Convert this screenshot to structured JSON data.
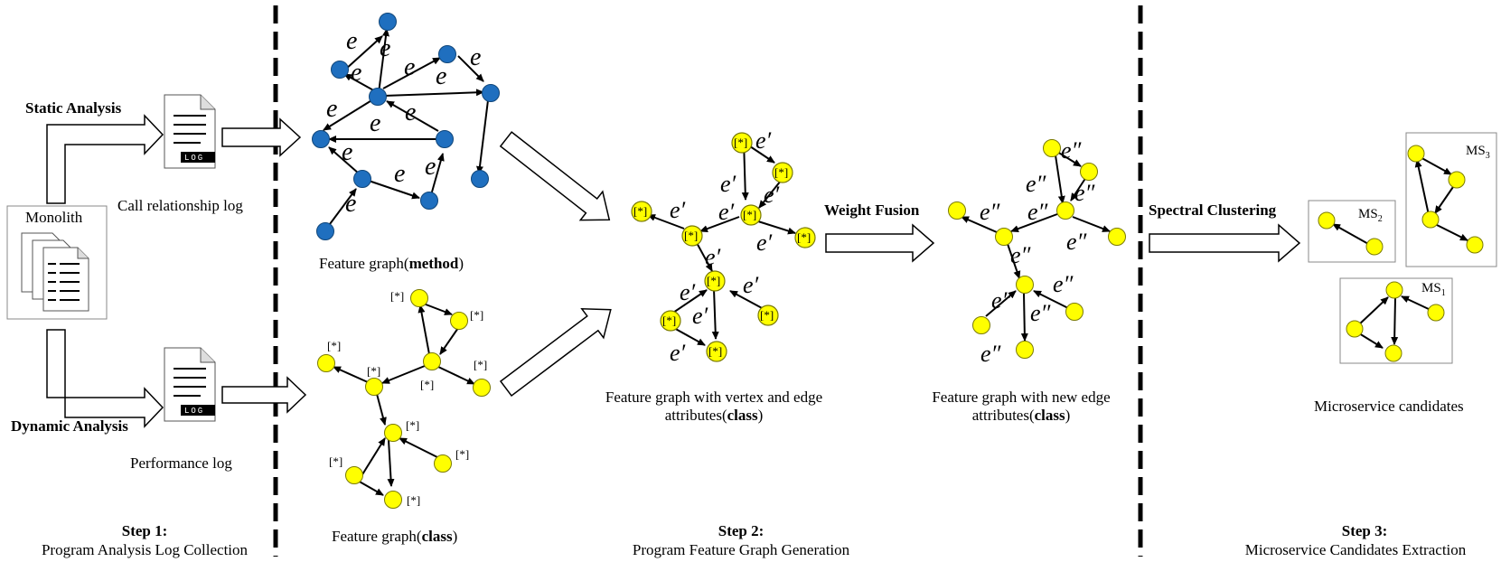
{
  "stage1": {
    "monolith": "Monolith",
    "static_analysis": "Static Analysis",
    "dynamic_analysis": "Dynamic Analysis",
    "call_log": "Call relationship log",
    "perf_log": "Performance log",
    "log_badge": "LOG",
    "step_title": "Step 1:",
    "step_desc": "Program Analysis Log Collection"
  },
  "stage2": {
    "method_caption_pre": "Feature graph(",
    "method_caption_bold": "method",
    "class_caption_pre": "Feature graph(",
    "class_caption_bold": "class",
    "close_paren": ")",
    "vertex_edge_line1": "Feature graph with vertex and edge",
    "vertex_edge_line2_pre": "attributes(",
    "new_edge_line1": "Feature graph with new edge",
    "new_edge_line2_pre": "attributes(",
    "weight_fusion": "Weight Fusion",
    "step_title": "Step 2:",
    "step_desc": "Program Feature Graph Generation",
    "edge_symbol": "e",
    "edge_symbol_prime": "e′",
    "edge_symbol_dprime": "e″",
    "attr_symbol": "[*]"
  },
  "stage3": {
    "spectral_clustering": "Spectral Clustering",
    "ms1": "MS",
    "ms1_sub": "1",
    "ms2": "MS",
    "ms2_sub": "2",
    "ms3": "MS",
    "ms3_sub": "3",
    "candidates": "Microservice candidates",
    "step_title": "Step 3:",
    "step_desc": "Microservice Candidates Extraction"
  },
  "colors": {
    "method_node": "#1f6fbf",
    "class_node": "#ffff00",
    "node_stroke": "#7a7a00"
  }
}
